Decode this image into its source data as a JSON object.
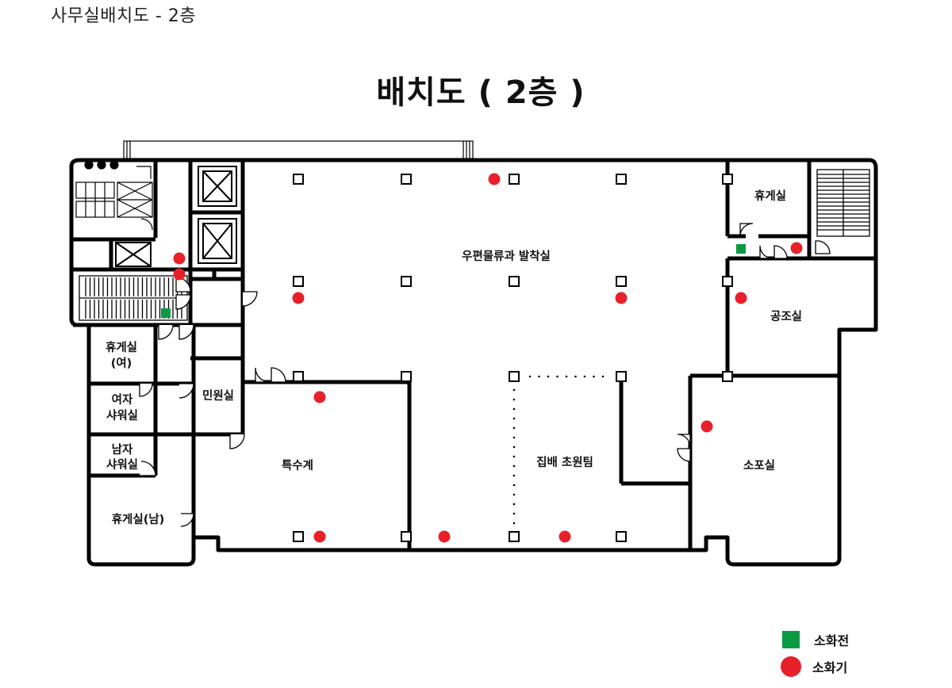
{
  "header": {
    "title": "사무실배치도 - 2층"
  },
  "plan": {
    "title": "배치도 ( 2층 )",
    "rooms": {
      "postal": "우편물류과 발착실",
      "lounge_top": "휴게실",
      "aircon": "공조실",
      "lounge_f_1": "휴게실",
      "lounge_f_2": "(여)",
      "shower_f_1": "여자",
      "shower_f_2": "샤워실",
      "shower_m_1": "남자",
      "shower_m_2": "샤워실",
      "lounge_m": "휴게실(남)",
      "civil": "민원실",
      "special": "특수계",
      "delivery": "집배 초원팀",
      "firedept": "소포실"
    }
  },
  "legend": {
    "items": [
      {
        "label": "소화전",
        "symbol": "green-square",
        "color": "#0a9a44"
      },
      {
        "label": "소화기",
        "symbol": "red-circle",
        "color": "#e8202a"
      }
    ]
  },
  "colors": {
    "wall": "#000000",
    "hydrant": "#0a9a44",
    "extinguisher": "#e8202a"
  }
}
